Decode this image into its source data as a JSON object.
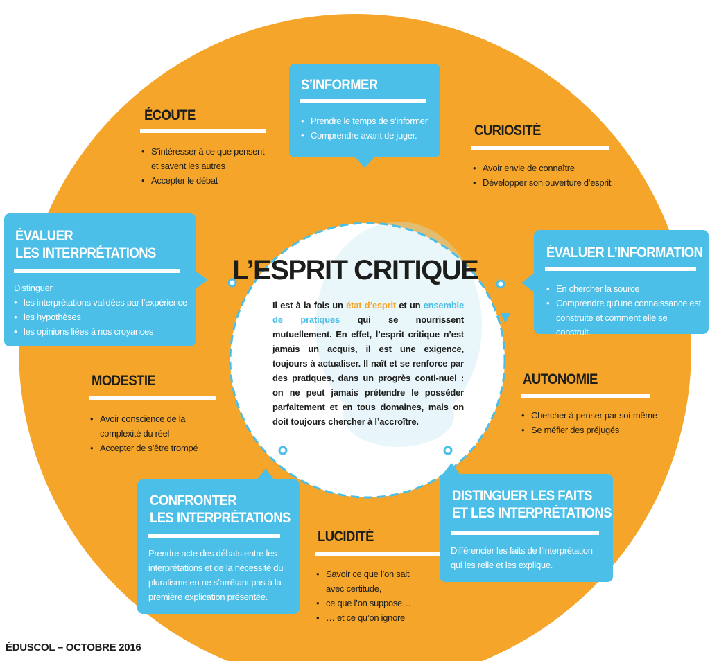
{
  "colors": {
    "orange": "#f5a62a",
    "blue": "#4bbfe8",
    "text": "#1d1d1b",
    "white": "#ffffff"
  },
  "center": {
    "title": "L’ESPRIT CRITIQUE",
    "text_parts": [
      "Il est à la fois un ",
      "état d’esprit",
      " et un ",
      "ensemble de pratiques",
      " qui se nourrissent mutuellement. En effet, l’esprit critique n’est jamais un acquis, il est une exigence, toujours à actualiser. Il naît et se renforce par des pratiques, dans un progrès conti-nuel : on ne peut jamais prétendre le posséder parfaitement et en tous domaines, mais on doit toujours chercher à l’accroître."
    ]
  },
  "sinformer": {
    "title": "S’INFORMER",
    "items": [
      "Prendre le temps de s’informer",
      "Comprendre avant de juger."
    ]
  },
  "ecoute": {
    "title": "ÉCOUTE",
    "items": [
      "S’intéresser à ce que pensent et savent les autres",
      "Accepter le débat"
    ]
  },
  "curiosite": {
    "title": "CURIOSITÉ",
    "items": [
      "Avoir envie de connaître",
      "Développer son ouverture d’esprit"
    ]
  },
  "evaluer_interpretations": {
    "title_line1": "ÉVALUER",
    "title_line2": "LES INTERPRÉTATIONS",
    "intro": "Distinguer",
    "items": [
      "les interprétations validées par l’expérience",
      "les hypothèses",
      "les opinions liées à nos croyances"
    ]
  },
  "evaluer_information": {
    "title": "ÉVALUER L’INFORMATION",
    "items": [
      "En chercher la source",
      "Comprendre qu’une connaissance est construite et comment elle se construit."
    ]
  },
  "modestie": {
    "title": "MODESTIE",
    "items": [
      "Avoir conscience de la complexité du réel",
      "Accepter de s’être trompé"
    ]
  },
  "autonomie": {
    "title": "AUTONOMIE",
    "items": [
      "Chercher à penser par soi-même",
      "Se méfier des préjugés"
    ]
  },
  "confronter": {
    "title_line1": "CONFRONTER",
    "title_line2": "LES INTERPRÉTATIONS",
    "text": "Prendre acte des débats entre les interprétations et de la nécessité du pluralisme en ne s’arrêtant pas à la première explication présentée."
  },
  "lucidite": {
    "title": "LUCIDITÉ",
    "items": [
      "Savoir ce que l’on sait avec certitude,",
      "ce que l’on suppose…",
      "… et ce qu’on ignore"
    ]
  },
  "distinguer": {
    "title_line1": "DISTINGUER LES FAITS",
    "title_line2": "ET LES INTERPRÉTATIONS",
    "text": "Différencier les faits de l’interprétation qui les relie et les explique."
  },
  "footer": "ÉDUSCOL – OCTOBRE 2016"
}
